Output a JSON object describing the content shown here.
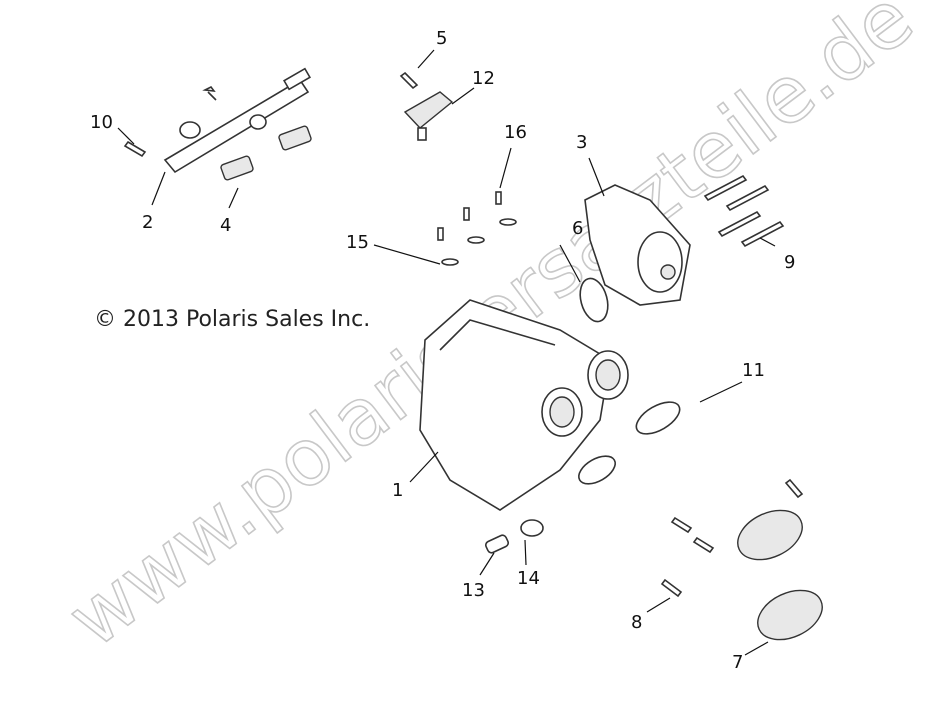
{
  "copyright": "© 2013 Polaris Sales Inc.",
  "watermark": "www.polaris-ersatzteile.de",
  "callouts": [
    "1",
    "2",
    "3",
    "4",
    "5",
    "6",
    "7",
    "8",
    "9",
    "10",
    "11",
    "12",
    "13",
    "14",
    "15",
    "16"
  ]
}
